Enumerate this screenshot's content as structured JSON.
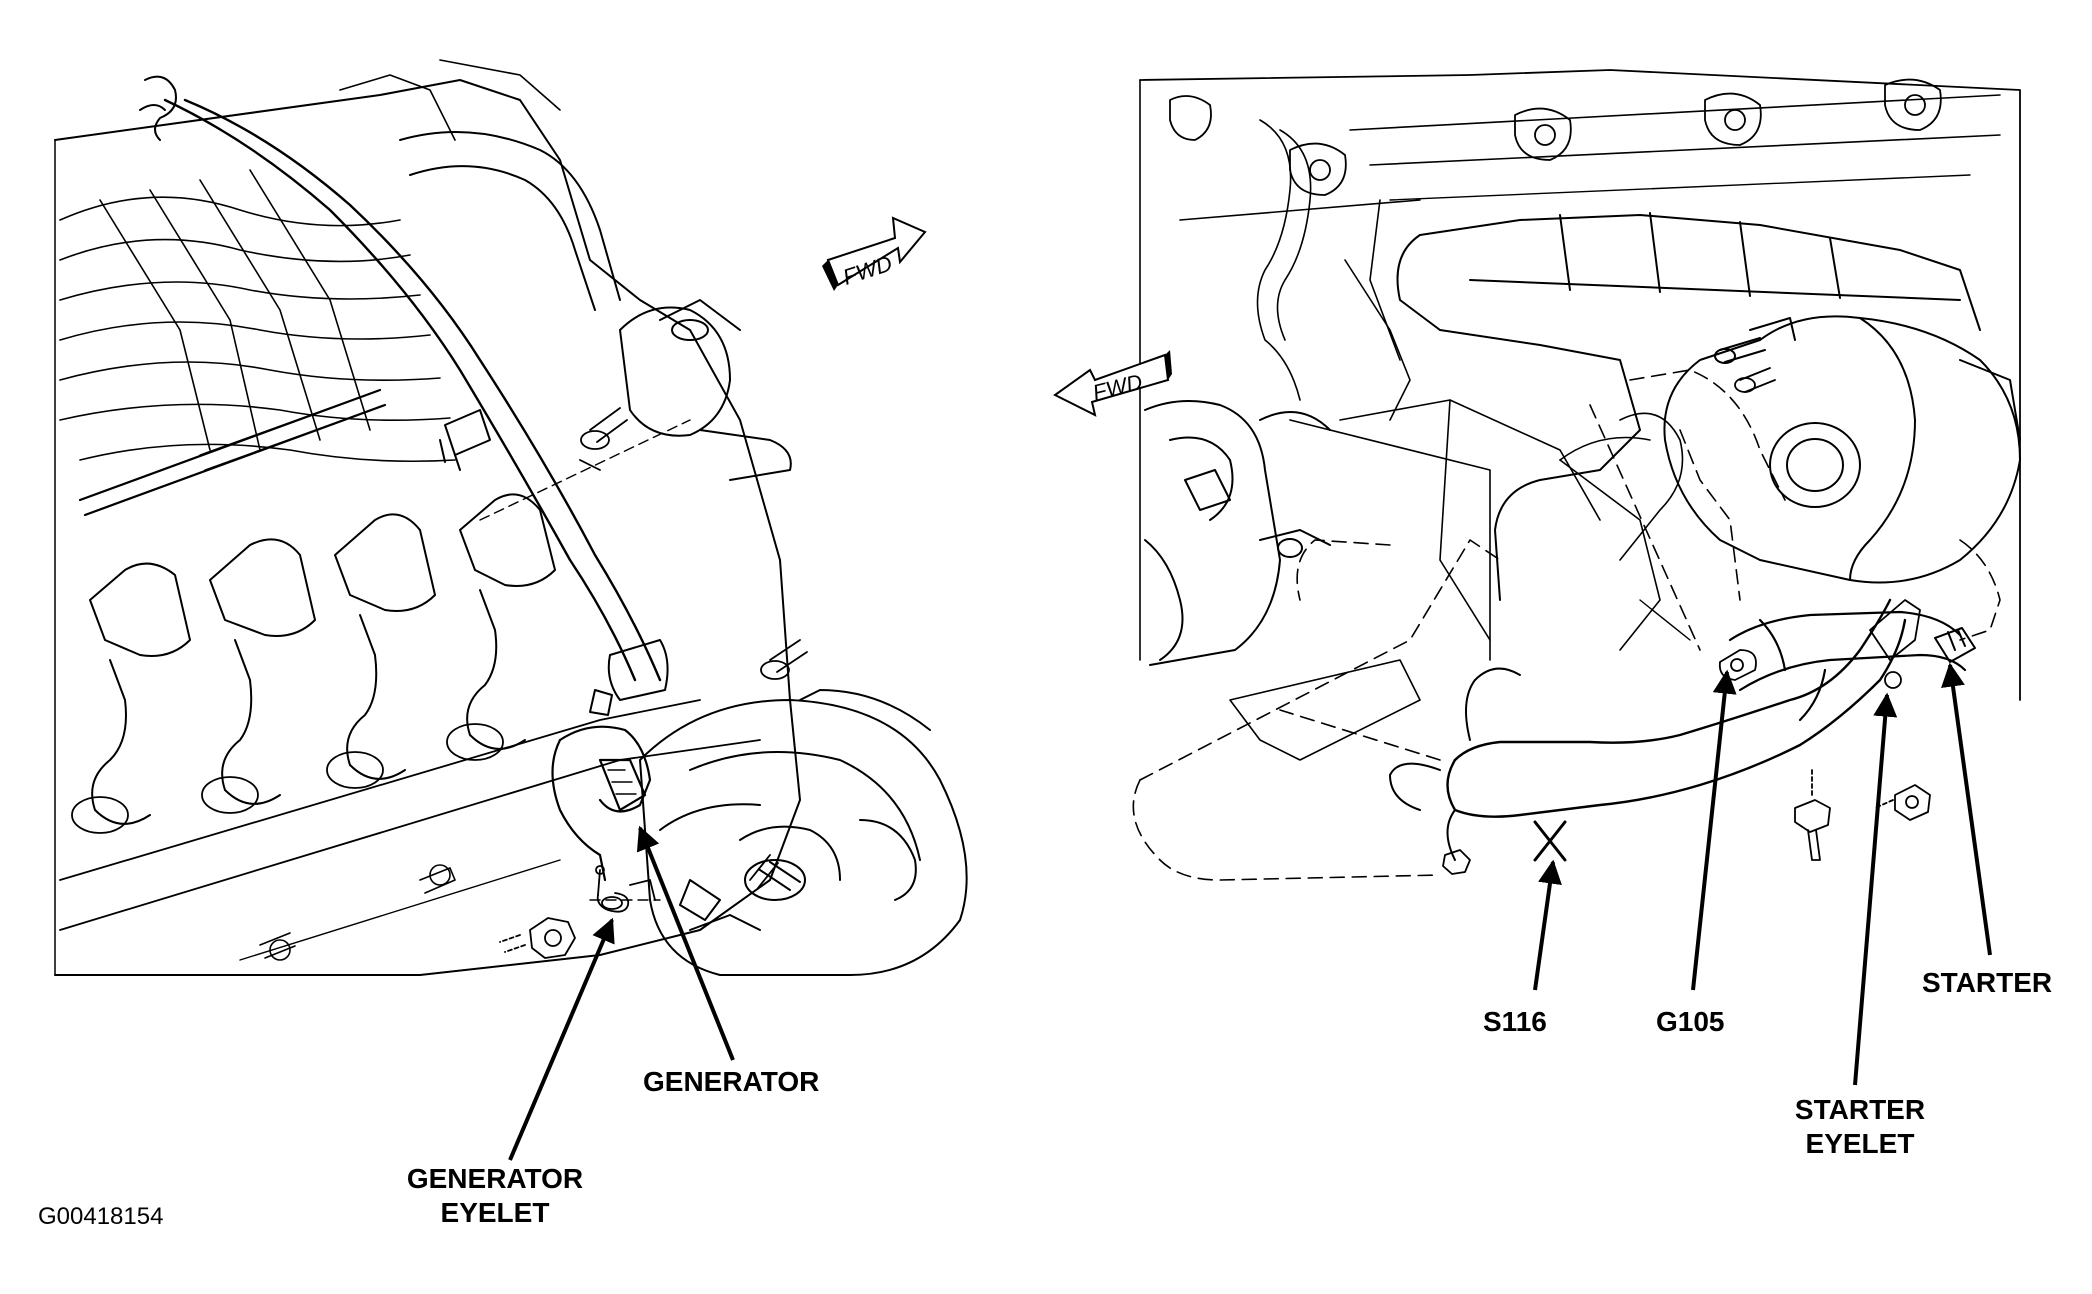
{
  "figure": {
    "code": "G00418154"
  },
  "left_view": {
    "fwd_label": "FWD",
    "callouts": {
      "generator": "GENERATOR",
      "generator_eyelet_line1": "GENERATOR",
      "generator_eyelet_line2": "EYELET"
    }
  },
  "right_view": {
    "fwd_label": "FWD",
    "callouts": {
      "s116": "S116",
      "g105": "G105",
      "starter": "STARTER",
      "starter_eyelet_line1": "STARTER",
      "starter_eyelet_line2": "EYELET"
    }
  },
  "colors": {
    "ink": "#000000",
    "paper": "#ffffff"
  }
}
